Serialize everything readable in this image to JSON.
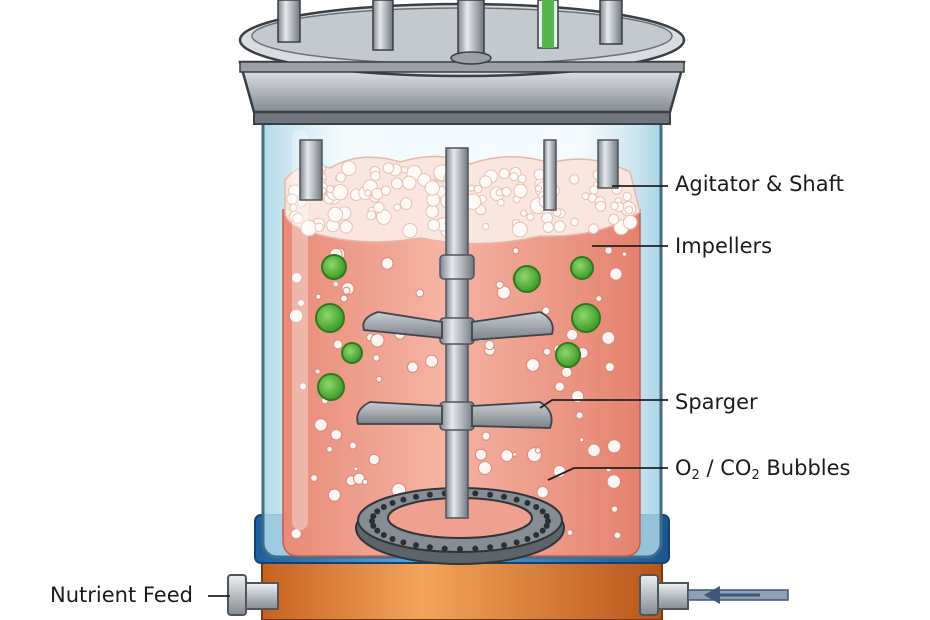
{
  "labels": {
    "agitator": "Agitator & Shaft",
    "impellers": "Impellers",
    "sparger": "Sparger",
    "bubbles": {
      "a": "O",
      "a_sub": "2",
      "mid": " / CO",
      "b_sub": "2",
      "tail": " Bubbles"
    },
    "nutrient_feed": "Nutrient Feed"
  },
  "colors": {
    "broth": "#f0a08e",
    "foam": "#fbe3dc",
    "cells": "#5fba3e",
    "glass": "#bfe3ef",
    "steel": "#a9afb5",
    "base_blue": "#3f8fd0",
    "base_orange": "#e8863a",
    "feed_arrow": "#3d5878"
  },
  "icons": {
    "agitator": "agitator-shaft-icon",
    "impeller": "impeller-blade-icon",
    "sparger": "sparger-ring-icon",
    "bubble": "bubble-icon",
    "cell": "cell-icon",
    "feed": "feed-arrow-icon"
  }
}
